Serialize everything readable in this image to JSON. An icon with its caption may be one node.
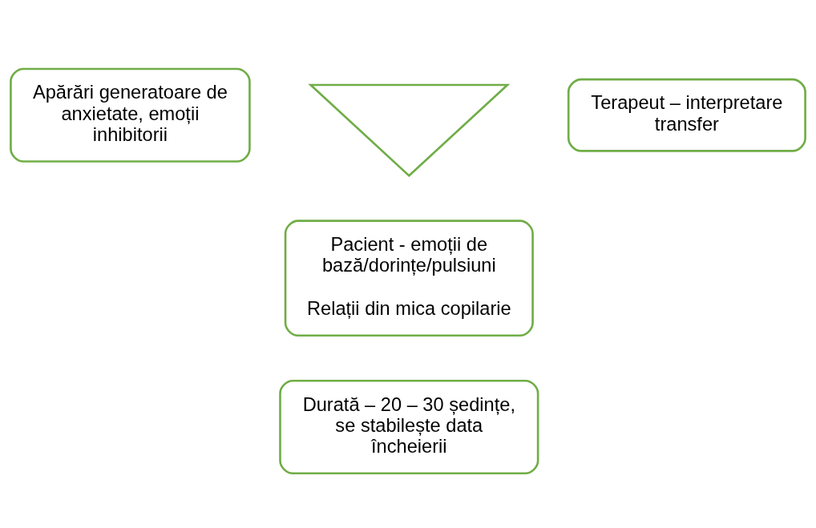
{
  "diagram": {
    "nodes": [
      {
        "text": [
          "Apărări generatoare de anxietate, emoții inhibitorii"
        ]
      },
      {
        "text": [],
        "shape": "triangle"
      },
      {
        "text": [
          "Terapeut – interpretare transfer"
        ]
      },
      {
        "text": [
          "Pacient - emoții de bază/dorințe/pulsiuni",
          "Relații din mica copilarie"
        ]
      },
      {
        "text": [
          "Durată – 20 – 30 ședințe, se stabilește data încheierii"
        ]
      }
    ],
    "edges": []
  }
}
